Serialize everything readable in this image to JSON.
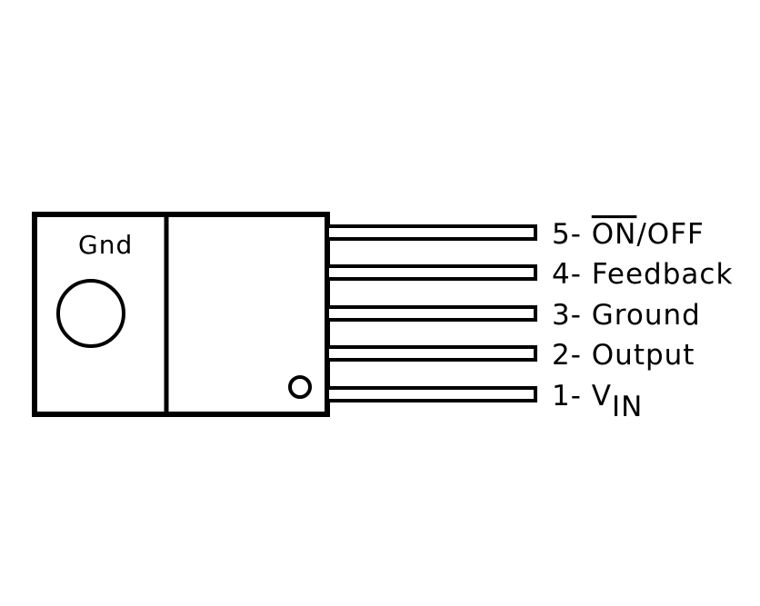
{
  "tab": {
    "label": "Gnd"
  },
  "pins": [
    {
      "number": "5",
      "dash": "-",
      "name_overlined": "ON",
      "name_rest": "/OFF",
      "subscript": ""
    },
    {
      "number": "4",
      "dash": "-",
      "name_overlined": "",
      "name_rest": "Feedback",
      "subscript": ""
    },
    {
      "number": "3",
      "dash": "-",
      "name_overlined": "",
      "name_rest": "Ground",
      "subscript": ""
    },
    {
      "number": "2",
      "dash": "-",
      "name_overlined": "",
      "name_rest": "Output",
      "subscript": ""
    },
    {
      "number": "1",
      "dash": "-",
      "name_overlined": "",
      "name_rest": "V",
      "subscript": "IN"
    }
  ],
  "colors": {
    "stroke": "#000000",
    "background": "#ffffff"
  }
}
